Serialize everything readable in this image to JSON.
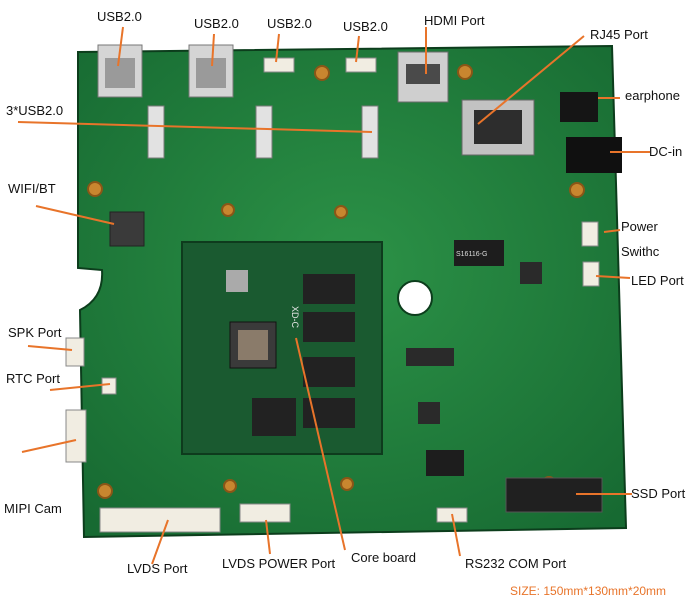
{
  "labels": {
    "usb1": "USB2.0",
    "usb2": "USB2.0",
    "usb3": "USB2.0",
    "usb4": "USB2.0",
    "hdmi": "HDMI Port",
    "rj45": "RJ45 Port",
    "usb3x": "3*USB2.0",
    "earphone": "earphone",
    "dcin": "DC-in",
    "wifi": "WIFI/BT",
    "power1": "Power",
    "power2": "Swithc",
    "led": "LED Port",
    "spk": "SPK Port",
    "rtc": "RTC Port",
    "mipi": "MIPI Cam",
    "ssd": "SSD Port",
    "lvds": "LVDS Port",
    "lvdspower": "LVDS POWER Port",
    "core": "Core board",
    "rs232": "RS232 COM Port",
    "size": "SIZE: 150mm*130mm*20mm"
  },
  "pcb_text": {
    "core_marking": "XD-C",
    "chip_marking": "S16116-G"
  },
  "colors": {
    "pcb": "#1f7a3a",
    "pcb_dark": "#0f4d24",
    "pointer": "#e8742a",
    "size_text": "#e8742a"
  }
}
